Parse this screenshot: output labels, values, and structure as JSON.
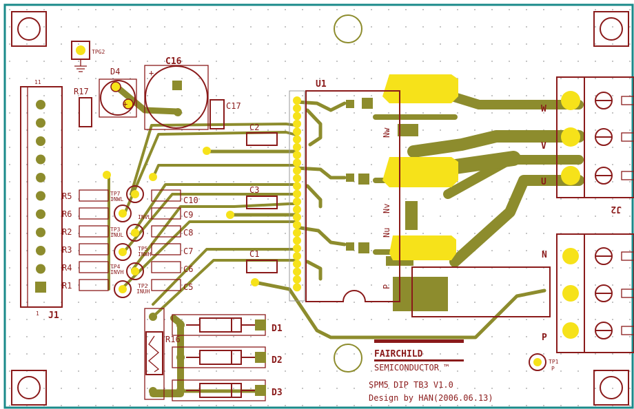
{
  "colors": {
    "border": "#1a8a8a",
    "silkscreen": "#8a1a1a",
    "copper": "#8d8c2d",
    "pad": "#f6e21a",
    "pad_ring": "#8a1a1a",
    "background": "#ffffff",
    "grid_dot": "#9a9a9a"
  },
  "labels": {
    "tpg2": "TPG2",
    "d4": "D4",
    "c16": "C16",
    "c17": "C17",
    "r17": "R17",
    "u1": "U1",
    "j1_top": "11",
    "j1_bottom": "1",
    "j1": "J1",
    "c2": "C2",
    "c3": "C3",
    "c1": "C1",
    "c10": "C10",
    "c9": "C9",
    "c8": "C8",
    "c7": "C7",
    "c6": "C6",
    "c5": "C5",
    "r5": "R5",
    "r6": "R6",
    "r2": "R2",
    "r3": "R3",
    "r4": "R4",
    "r1": "R1",
    "tp7": "TP7",
    "tp7_sub": "INWL",
    "tp6_sub": "INVL",
    "tp3": "TP3",
    "tp3_sub": "INUL",
    "tp5": "TP5",
    "tp5_sub": "INWH",
    "tp4": "TP4",
    "tp4_sub": "INVH",
    "tp2": "TP2",
    "tp2_sub": "INUH",
    "r16": "R16",
    "d1": "D1",
    "d2": "D2",
    "d3": "D3",
    "nw": "Nw",
    "nv": "Nv",
    "nu": "Nu",
    "w": "W",
    "v": "V",
    "u": "U",
    "p_small": "P",
    "n_term": "N",
    "p_term": "P",
    "j2": "J2",
    "tp1": "TP1",
    "tp1_sub": "P",
    "brand": "FAIRCHILD",
    "brand_sub": "SEMICONDUCTOR ™",
    "title_line1": "SPM5  DIP  TB3  V1.0",
    "title_line2": "Design  by  HAN(2006.06.13)"
  }
}
